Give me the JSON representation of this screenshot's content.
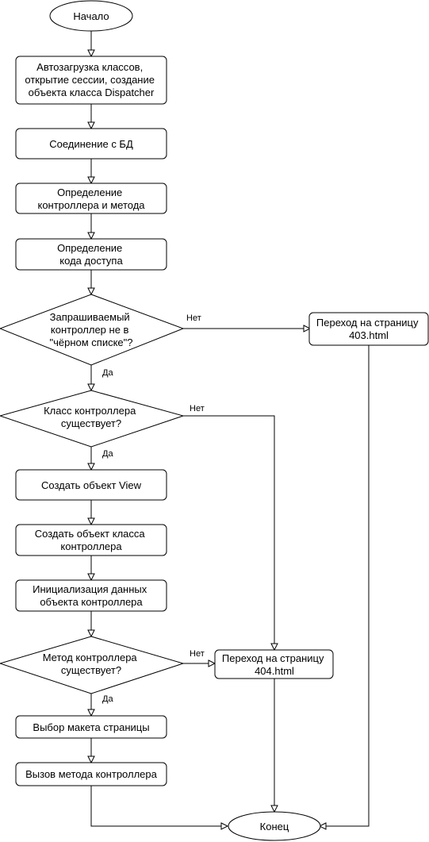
{
  "nodes": {
    "start": "Начало",
    "autoload": [
      "Автозагрузка классов,",
      "открытие сессии, создание",
      "объекта класса Dispatcher"
    ],
    "db_connect": [
      "Соединение с БД"
    ],
    "define_controller": [
      "Определение",
      "контроллера и метода"
    ],
    "define_access": [
      "Определение",
      "кода доступа"
    ],
    "blacklist_check": [
      "Запрашиваемый",
      "контроллер не в",
      "\"чёрном списке\"?"
    ],
    "page_403": [
      "Переход на страницу",
      "403.html"
    ],
    "class_exists": [
      "Класс контроллера",
      "существует?"
    ],
    "create_view": [
      "Создать объект View"
    ],
    "create_controller": [
      "Создать объект класса",
      "контроллера"
    ],
    "init_controller": [
      "Инициализация данных",
      "объекта контроллера"
    ],
    "method_exists": [
      "Метод контроллера",
      "существует?"
    ],
    "page_404": [
      "Переход на страницу",
      "404.html"
    ],
    "select_layout": [
      "Выбор макета страницы"
    ],
    "call_method": [
      "Вызов метода контроллера"
    ],
    "end": "Конец"
  },
  "edge_labels": {
    "yes": "Да",
    "no": "Нет"
  }
}
